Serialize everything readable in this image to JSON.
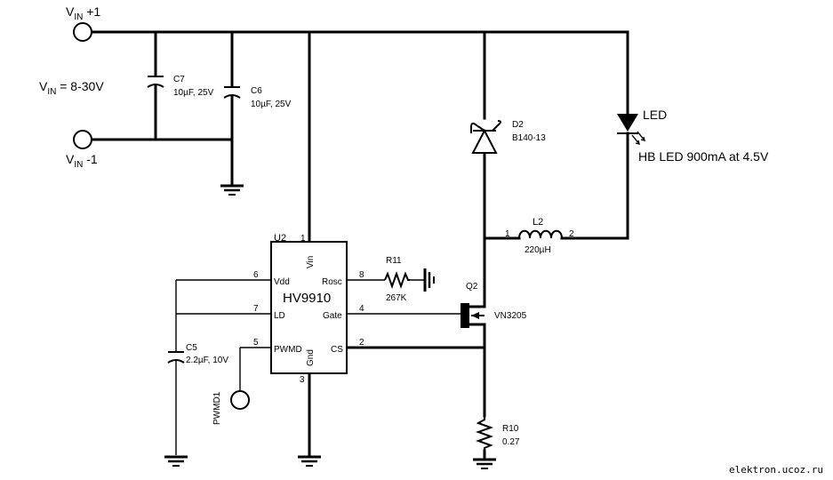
{
  "supply": {
    "vin_plus": {
      "main": "V",
      "sub": "IN",
      "suffix": " +1"
    },
    "vin_minus": {
      "main": "V",
      "sub": "IN",
      "suffix": " -1"
    },
    "vin_range": {
      "main": "V",
      "sub": "IN",
      "suffix": " = 8-30V"
    }
  },
  "components": {
    "c7": {
      "ref": "C7",
      "value": "10µF, 25V"
    },
    "c6": {
      "ref": "C6",
      "value": "10µF, 25V"
    },
    "c5": {
      "ref": "C5",
      "value": "2.2µF, 10V"
    },
    "d2": {
      "ref": "D2",
      "value": "B140-13"
    },
    "led": {
      "ref": "LED",
      "value": "HB LED 900mA at 4.5V"
    },
    "l2": {
      "ref": "L2",
      "value": "220µH",
      "pin1": "1",
      "pin2": "2"
    },
    "r11": {
      "ref": "R11",
      "value": "267K"
    },
    "r10": {
      "ref": "R10",
      "value": "0.27"
    },
    "q2": {
      "ref": "Q2",
      "value": "VN3205"
    },
    "pwmd": {
      "ref": "PWMD1"
    }
  },
  "ic": {
    "ref": "U2",
    "part": "HV9910",
    "pins": {
      "vin": {
        "name": "Vin",
        "num": "1"
      },
      "vdd": {
        "name": "Vdd",
        "num": "6"
      },
      "ld": {
        "name": "LD",
        "num": "7"
      },
      "pwmd": {
        "name": "PWMD",
        "num": "5"
      },
      "rosc": {
        "name": "Rosc",
        "num": "8"
      },
      "gate": {
        "name": "Gate",
        "num": "4"
      },
      "cs": {
        "name": "CS",
        "num": "2"
      },
      "gnd": {
        "name": "Gnd",
        "num": "3"
      }
    }
  },
  "watermark": "elektron.ucoz.ru"
}
